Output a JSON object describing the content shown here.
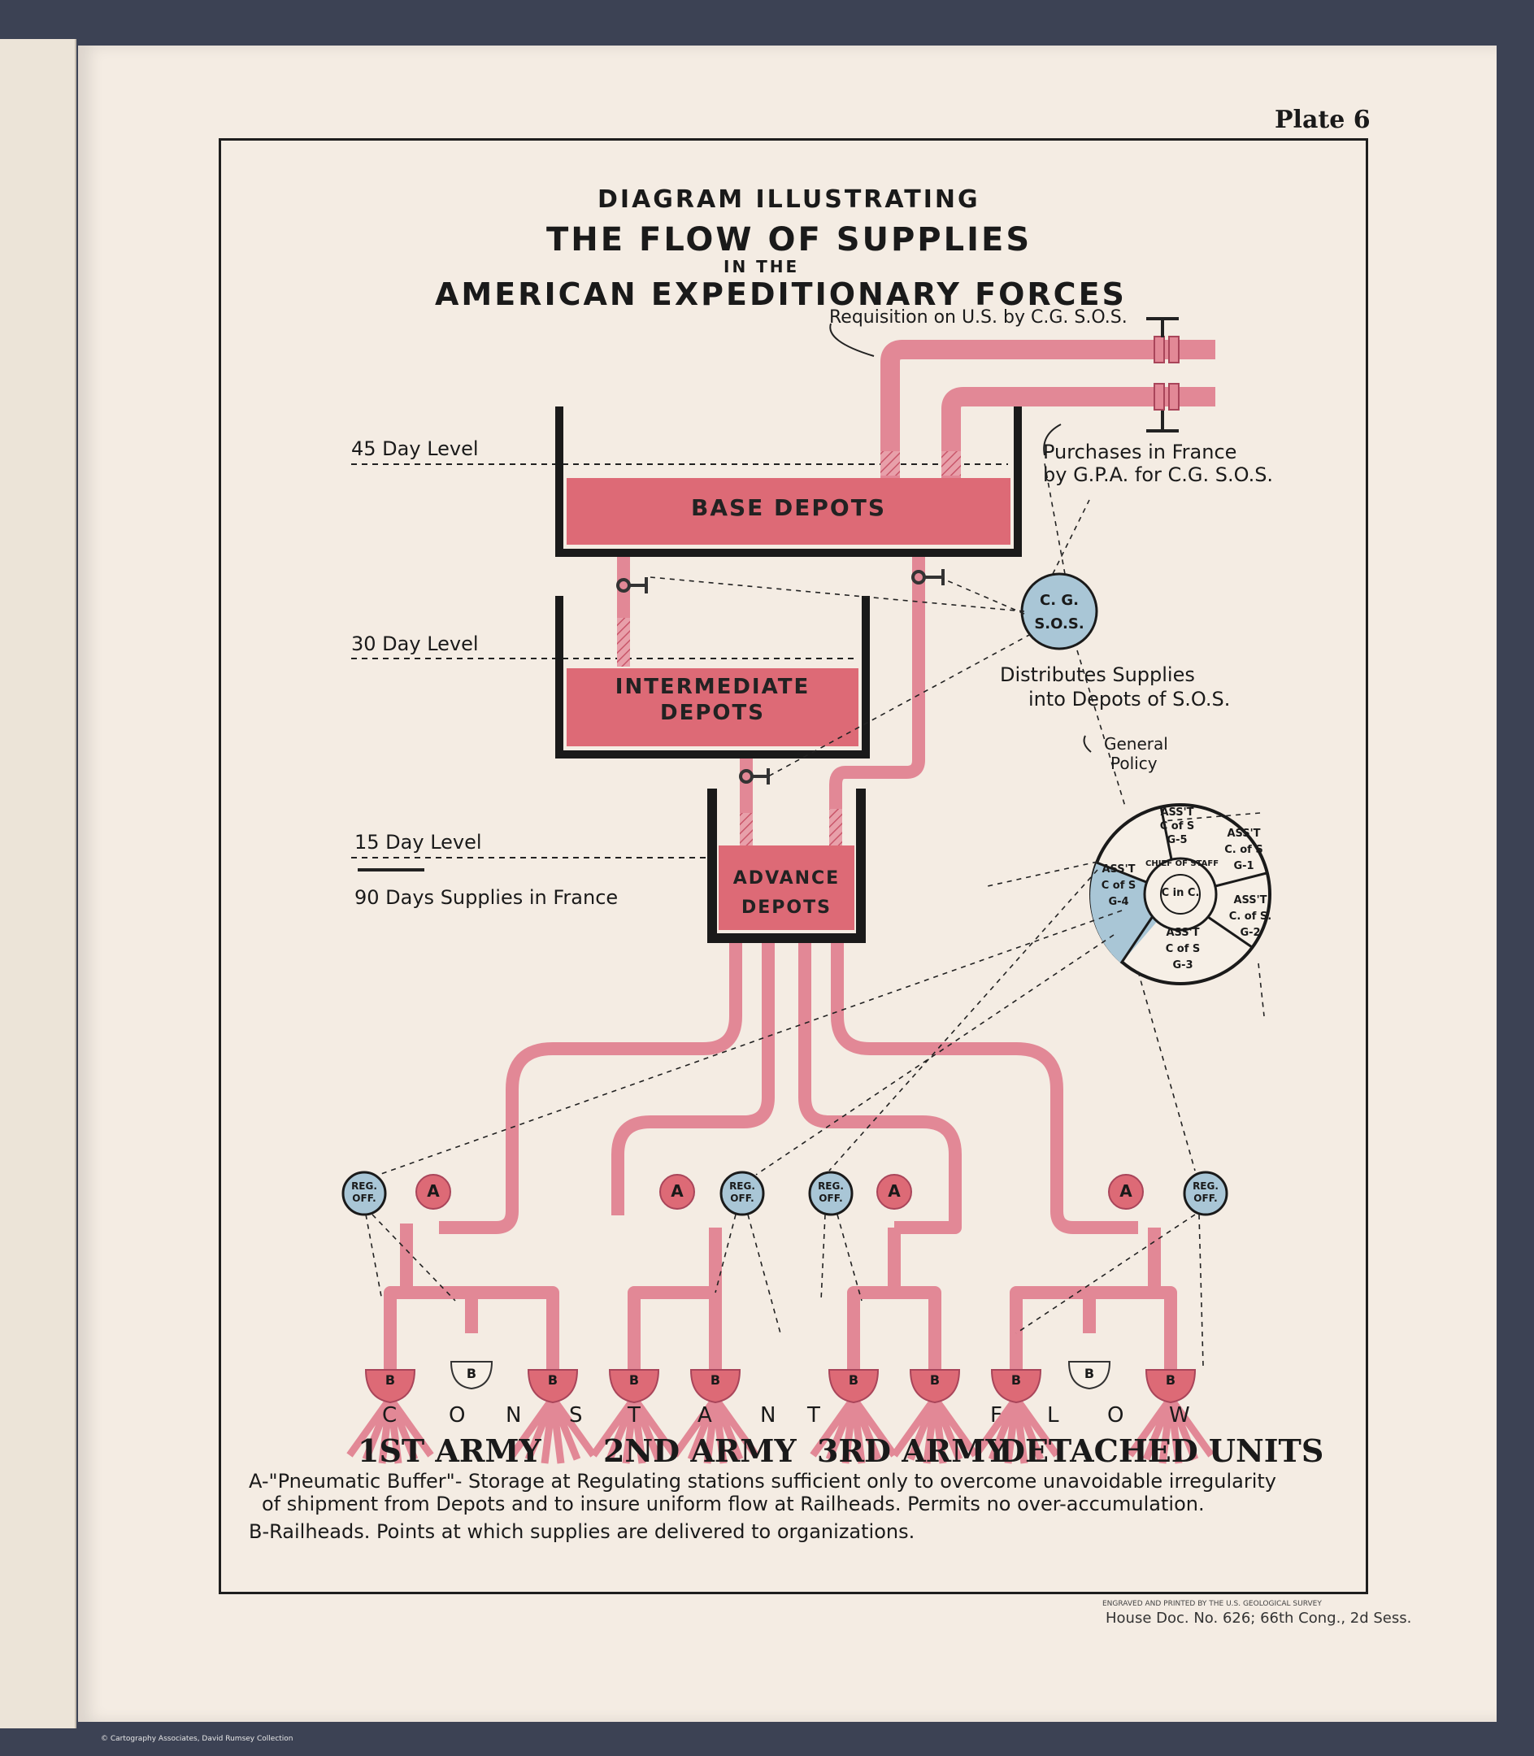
{
  "plate": {
    "number": "Plate 6"
  },
  "title": {
    "line1": "DIAGRAM ILLUSTRATING",
    "line2": "THE FLOW OF SUPPLIES",
    "line3": "IN THE",
    "line4": "AMERICAN EXPEDITIONARY FORCES"
  },
  "annotations": {
    "requisition": "Requisition on U.S. by C.G. S.O.S.",
    "purchases_1": "Purchases in France",
    "purchases_2": "by G.P.A. for C.G. S.O.S.",
    "distributes_1": "Distributes Supplies",
    "distributes_2": "into Depots of S.O.S.",
    "general_1": "General",
    "general_2": "Policy"
  },
  "levels": {
    "level45": "45 Day Level",
    "level30": "30 Day Level",
    "level15": "15 Day Level",
    "total": "90 Days Supplies in France"
  },
  "depots": {
    "base": "BASE DEPOTS",
    "intermediate_1": "INTERMEDIATE",
    "intermediate_2": "DEPOTS",
    "advance_1": "ADVANCE",
    "advance_2": "DEPOTS"
  },
  "cgsos": {
    "line1": "C. G.",
    "line2": "S.O.S."
  },
  "staff_wheel": {
    "center": "C in C.",
    "ring": "CHIEF OF STAFF",
    "segments": [
      {
        "l1": "ASS'T",
        "l2": "C of S",
        "l3": "G-5"
      },
      {
        "l1": "ASS'T",
        "l2": "C. of S",
        "l3": "G-1"
      },
      {
        "l1": "ASS'T",
        "l2": "C. of S.",
        "l3": "G-2"
      },
      {
        "l1": "ASS'T",
        "l2": "C of S",
        "l3": "G-3"
      },
      {
        "l1": "ASS'T",
        "l2": "C of S",
        "l3": "G-4"
      }
    ]
  },
  "markers": {
    "reg_l1": "REG.",
    "reg_l2": "OFF.",
    "buffer": "A",
    "railhead": "B"
  },
  "constant_flow": [
    "C",
    "O",
    "N",
    "S",
    "T",
    "A",
    "N",
    "T",
    "F",
    "L",
    "O",
    "W"
  ],
  "armies": {
    "first": "1ST ARMY",
    "second": "2ND ARMY",
    "third": "3RD ARMY",
    "detached": "DETACHED UNITS"
  },
  "legend": {
    "a_1": "A-\"Pneumatic Buffer\"- Storage at Regulating stations sufficient only to overcome unavoidable irregularity",
    "a_2": "of shipment from Depots and to insure uniform flow at Railheads. Permits no over-accumulation.",
    "b_1": "B-Railheads. Points at which supplies are delivered to organizations."
  },
  "imprint": "ENGRAVED AND PRINTED BY THE U.S. GEOLOGICAL SURVEY",
  "doc_ref": "House Doc. No. 626; 66th Cong., 2d Sess.",
  "copyright": "© Cartography Associates, David Rumsey Collection",
  "colors": {
    "pipe": "#e28896",
    "tank_fill": "#dd6a76",
    "circle_blue": "#a9c6d6",
    "ink": "#1a1a1a",
    "paper": "#f4ece3"
  }
}
